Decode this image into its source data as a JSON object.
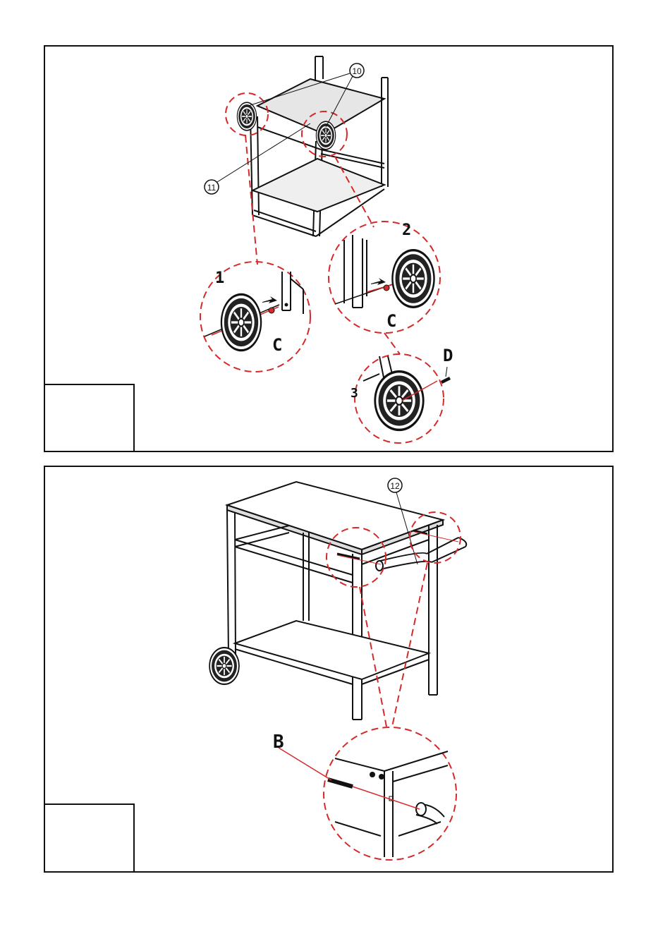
{
  "panel1": {
    "part_callouts": [
      "10",
      "11"
    ],
    "steps": [
      "1",
      "2",
      "3"
    ],
    "hardware": {
      "c1": "C",
      "c2": "C",
      "d": "D"
    },
    "step_box_text": ""
  },
  "panel2": {
    "part_callouts": [
      "12"
    ],
    "hardware": {
      "b": "B"
    },
    "step_box_text": ""
  },
  "colors": {
    "line": "#1a1a1a",
    "callout": "#d42a2a",
    "background": "#ffffff"
  }
}
